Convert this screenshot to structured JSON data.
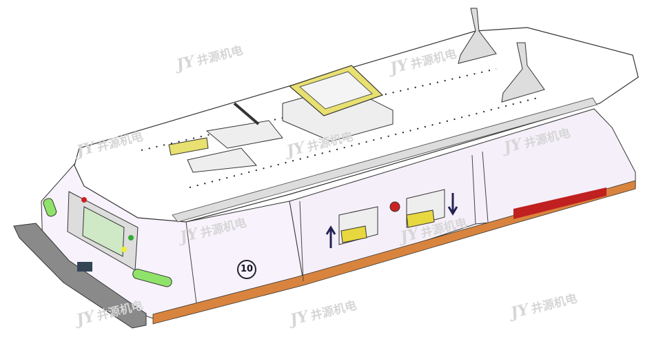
{
  "watermark": {
    "logo": "JY",
    "text": "井源机电"
  },
  "vehicle": {
    "number": "10"
  },
  "colors": {
    "body": "#f6f0fa",
    "stripe": "#d8843e",
    "frame": "#e8e070",
    "light": "#8fe36a",
    "red": "#cc2222"
  }
}
